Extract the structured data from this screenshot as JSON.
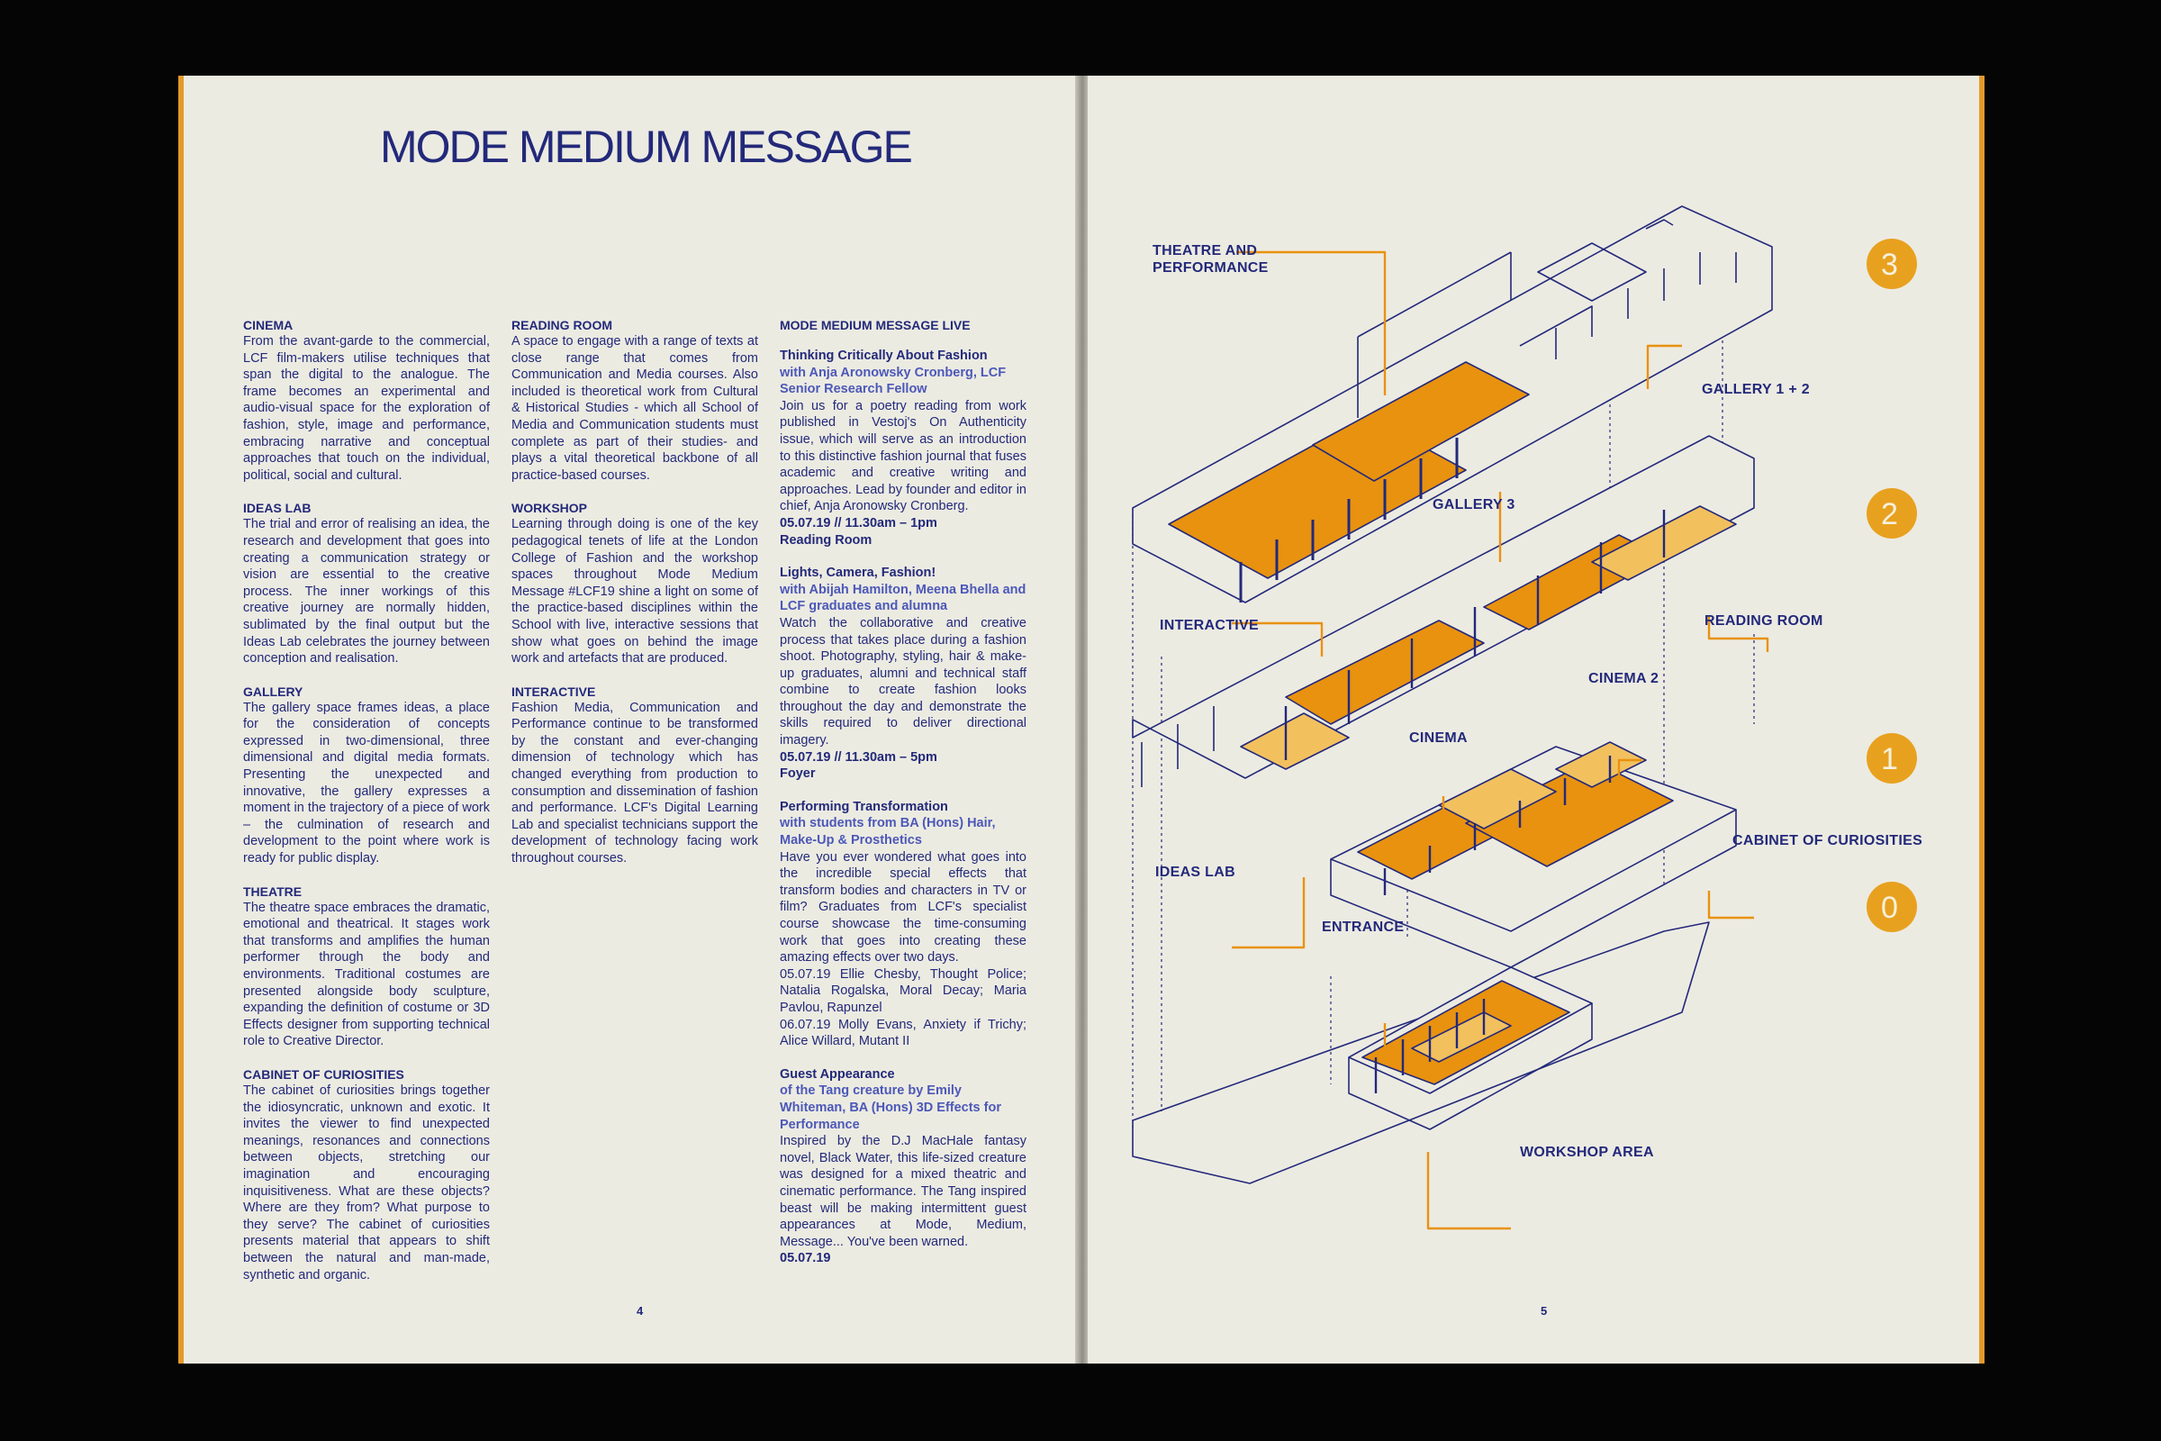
{
  "left_page": {
    "title": "MODE MEDIUM MESSAGE",
    "page_number": "4",
    "sections": [
      {
        "heading": "CINEMA",
        "body": "From the avant-garde to the commercial, LCF film-makers utilise techniques that span the digital to the analogue. The frame becomes an experimental and audio-visual space for the exploration of fashion, style, image and performance, embracing narrative and conceptual approaches that touch on the individual, political, social and cultural."
      },
      {
        "heading": "IDEAS LAB",
        "body": "The trial and error of realising an idea, the research and development that goes into creating a communication strategy or vision are essential to the creative process. The inner workings of this creative journey are normally hidden, sublimated by the final output but the Ideas Lab celebrates the journey between conception and realisation."
      },
      {
        "heading": "GALLERY",
        "body": "The gallery space frames ideas, a place for the consideration of concepts expressed in two-dimensional, three dimensional and digital media formats. Presenting the unexpected and innovative, the gallery expresses a moment in the trajectory of a piece of work – the culmination of research and development to the point where work is ready for public display."
      },
      {
        "heading": "THEATRE",
        "body": "The theatre space embraces the dramatic, emotional and theatrical. It stages work that transforms and amplifies the human performer through the body and environments. Traditional costumes are presented alongside body sculpture, expanding the definition of costume or 3D Effects designer from supporting technical role to Creative Director."
      },
      {
        "heading": "CABINET OF CURIOSITIES",
        "body": "The cabinet of curiosities brings together the idiosyncratic, unknown and exotic. It invites the viewer to find unexpected meanings, resonances and connections between objects, stretching our imagination and encouraging inquisitiveness. What are these objects? Where are they from? What purpose to they serve? The cabinet of curiosities presents material that appears to shift between the natural and man-made, synthetic and organic."
      },
      {
        "heading": "READING ROOM",
        "body": "A space to engage with a range of texts at close range that comes from Communication and Media courses. Also included is theoretical work from Cultural & Historical Studies - which all School of Media and Communication students must complete as part of their studies- and plays a vital theoretical backbone of all practice-based courses."
      },
      {
        "heading": "WORKSHOP",
        "body": "Learning through doing is one of the key pedagogical tenets of life at the London College of Fashion and the workshop spaces throughout Mode Medium Message #LCF19 shine a light on some of the practice-based disciplines within the School with live, interactive sessions that show what goes on behind the image work and artefacts that are produced."
      },
      {
        "heading": "INTERACTIVE",
        "body": "Fashion Media, Communication and Performance continue to be transformed by the constant and ever-changing dimension of technology which has changed everything from production to consumption and dissemination of fashion and performance. LCF's Digital Learning Lab and specialist technicians support the development of technology facing work throughout courses."
      }
    ],
    "live": {
      "heading": "MODE MEDIUM MESSAGE LIVE",
      "events": [
        {
          "title": "Thinking Critically About Fashion",
          "subtitle": "with Anja Aronowsky Cronberg, LCF Senior Research Fellow",
          "body": "Join us for a poetry reading from work published in Vestoj's On Authenticity issue, which will serve as an introduction to this distinctive fashion journal that fuses academic and creative writing and approaches. Lead by founder and editor in chief, Anja Aronowsky Cronberg.",
          "date": "05.07.19 // 11.30am – 1pm",
          "location": "Reading Room"
        },
        {
          "title": "Lights, Camera, Fashion!",
          "subtitle": "with Abijah Hamilton, Meena Bhella and LCF graduates and alumna",
          "body": "Watch the collaborative and creative process that takes place during a fashion shoot. Photography, styling, hair & make-up graduates, alumni and technical staff combine to create fashion looks throughout the day and demonstrate the skills required to deliver directional imagery.",
          "date": "05.07.19 // 11.30am – 5pm",
          "location": "Foyer"
        },
        {
          "title": "Performing Transformation",
          "subtitle": "with students from BA (Hons) Hair, Make-Up & Prosthetics",
          "body": "Have you ever wondered what goes into the incredible special effects that transform bodies and characters in TV or film? Graduates from LCF's specialist course showcase the time-consuming work that goes into creating these amazing effects over two days.",
          "date": "05.07.19 Ellie Chesby, Thought Police; Natalia Rogalska, Moral Decay; Maria Pavlou, Rapunzel",
          "location": "06.07.19 Molly Evans, Anxiety if Trichy; Alice Willard, Mutant II"
        },
        {
          "title": "Guest Appearance",
          "subtitle": "of the Tang creature by Emily Whiteman, BA (Hons) 3D Effects for Performance",
          "body": "Inspired by the D.J MacHale fantasy novel, Black Water, this life-sized creature was designed for a mixed theatric and cinematic performance. The Tang inspired beast will be making intermittent guest appearances at Mode, Medium, Message... You've been warned.",
          "date": "05.07.19",
          "location": ""
        }
      ]
    }
  },
  "right_page": {
    "page_number": "5",
    "floors": [
      "3",
      "2",
      "1",
      "0"
    ],
    "labels": {
      "theatre": "THEATRE AND",
      "theatre2": "PERFORMANCE",
      "gallery12": "GALLERY 1 + 2",
      "gallery3": "GALLERY 3",
      "interactive": "INTERACTIVE",
      "reading_room": "READING ROOM",
      "cinema2": "CINEMA 2",
      "cinema": "CINEMA",
      "cabinet": "CABINET OF CURIOSITIES",
      "ideas_lab": "IDEAS LAB",
      "entrance": "ENTRANCE",
      "workshop": "WORKSHOP AREA"
    },
    "colors": {
      "navy": "#23297a",
      "orange": "#e8920f",
      "light_orange": "#f2c15e",
      "paper": "#ecebe2"
    }
  }
}
